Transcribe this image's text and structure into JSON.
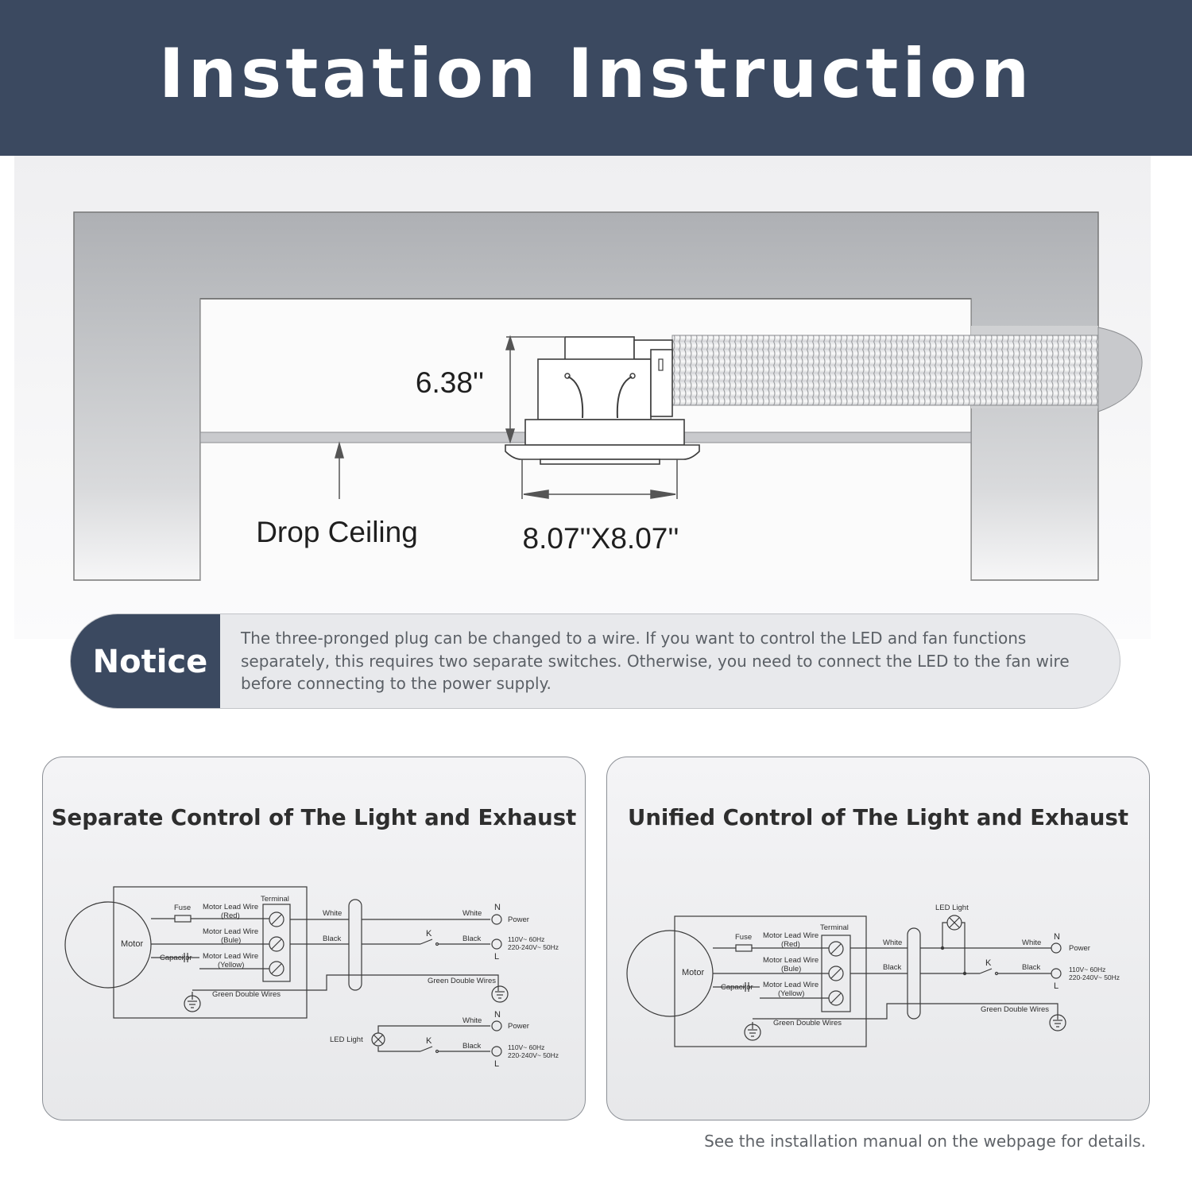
{
  "header": {
    "title": "Instation Instruction"
  },
  "dimension_drawing": {
    "height_label": "6.38''",
    "size_label": "8.07''X8.07''",
    "ceiling_label": "Drop Ceiling"
  },
  "notice": {
    "label": "Notice",
    "text": "The three-pronged plug can be changed to a wire. If you want to control the LED and fan functions separately, this requires two separate switches. Otherwise, you need to connect the LED to the fan wire before connecting to the power supply."
  },
  "wiring_labels": {
    "motor": "Motor",
    "fuse": "Fuse",
    "capacitor": "Capacitor",
    "terminal": "Terminal",
    "wire_red_1": "Motor Lead Wire",
    "wire_red_2": "(Red)",
    "wire_blue_1": "Motor Lead Wire",
    "wire_blue_2": "(Bule)",
    "wire_yellow_1": "Motor Lead Wire",
    "wire_yellow_2": "(Yellow)",
    "white": "White",
    "black": "Black",
    "green_double": "Green Double Wires",
    "neutral": "N",
    "line": "L",
    "switch": "K",
    "power": "Power",
    "voltage_1": "110V~  60Hz",
    "voltage_2": "220-240V~ 50Hz",
    "led_light": "LED  Light"
  },
  "separate_card": {
    "title": "Separate Control of The Light and Exhaust"
  },
  "unified_card": {
    "title": "Unified Control of The Light and Exhaust"
  },
  "footnote": "See the installation manual on the webpage for details.",
  "colors": {
    "banner": "#3b4960",
    "wire": "#3a3a3a"
  },
  "icons": [
    "ground-icon",
    "terminal-screw-icon",
    "switch-icon",
    "lamp-icon",
    "fuse-icon",
    "capacitor-icon"
  ]
}
